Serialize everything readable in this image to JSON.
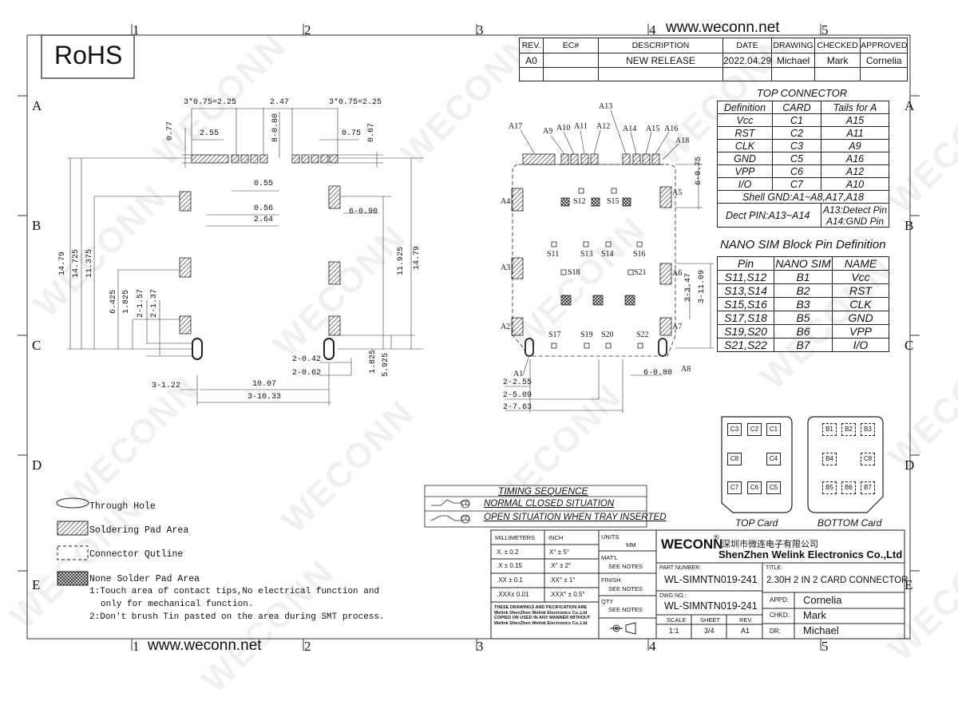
{
  "rohs": "RoHS",
  "website": "www.weconn.net",
  "watermark": "WECONN",
  "grid": {
    "cols": [
      "1",
      "2",
      "3",
      "4",
      "5"
    ],
    "rows": [
      "A",
      "B",
      "C",
      "D",
      "E"
    ]
  },
  "revision": {
    "headers": [
      "REV.",
      "EC#",
      "DESCRIPTION",
      "DATE",
      "DRAWING",
      "CHECKED",
      "APPROVED"
    ],
    "row": [
      "A0",
      "",
      "NEW RELEASE",
      "2022.04.29",
      "Michael",
      "Mark",
      "Cornelia"
    ]
  },
  "top_connector": {
    "title": "TOP CONNECTOR",
    "headers": [
      "Definition",
      "CARD",
      "Tails for A"
    ],
    "rows": [
      [
        "Vcc",
        "C1",
        "A15"
      ],
      [
        "RST",
        "C2",
        "A11"
      ],
      [
        "CLK",
        "C3",
        "A9"
      ],
      [
        "GND",
        "C5",
        "A16"
      ],
      [
        "VPP",
        "C6",
        "A12"
      ],
      [
        "I/O",
        "C7",
        "A10"
      ]
    ],
    "shell": "Shell GND:A1~A8,A17,A18",
    "dect": "Dect PIN:A13~A14",
    "a13": "A13:Detect Pin",
    "a14": "A14:GND Pin"
  },
  "nano_sim": {
    "title": "NANO SIM Block Pin Definition",
    "headers": [
      "Pin",
      "NANO SIM",
      "NAME"
    ],
    "rows": [
      [
        "S11,S12",
        "B1",
        "Vcc"
      ],
      [
        "S13,S14",
        "B2",
        "RST"
      ],
      [
        "S15,S16",
        "B3",
        "CLK"
      ],
      [
        "S17,S18",
        "B5",
        "GND"
      ],
      [
        "S19,S20",
        "B6",
        "VPP"
      ],
      [
        "S21,S22",
        "B7",
        "I/O"
      ]
    ]
  },
  "cards": {
    "top_label": "TOP Card",
    "bottom_label": "BOTTOM Card",
    "top_pads": [
      "C3",
      "C2",
      "C1",
      "C8",
      "C4",
      "C7",
      "C6",
      "C5"
    ],
    "bottom_pads": [
      "B1",
      "B2",
      "B3",
      "B4",
      "C8",
      "B5",
      "B6",
      "B7"
    ]
  },
  "timing": {
    "title": "TIMING SEQUENCE",
    "rows": [
      "NORMAL CLOSED SITUATION",
      "OPEN SITUATION WHEN TRAY INSERTED"
    ],
    "tag": "CD"
  },
  "legend": {
    "through_hole": "Through Hole",
    "soldering": "Soldering Pad Area",
    "outline": "Connector Qutline",
    "none_solder": "None Solder Pad Area",
    "notes": [
      "1:Touch area of contact tips,No electrical function and",
      "only for mechanical function.",
      "2:Don't brush Tin pasted on the area during SMT process."
    ]
  },
  "tolerance": {
    "h_mm": "MILLIMETERS",
    "h_inch": "INCH",
    "rows": [
      [
        "X.  ±  0.2",
        "X°  ±  5°"
      ],
      [
        ".X   ± 0.15",
        ".X°  ±  2°"
      ],
      [
        ".XX ± 0.1",
        ".XX°  ±  1°"
      ],
      [
        ".XXX±  0.01",
        ".XXX°  ±  0.5°"
      ]
    ],
    "notice": "THESE DRAWINGS AND PECIFICATION  ARE Welink ShenZhen Welink Electronics Co.,Ltd COPIED OR USED IN ANY MANNER WITHOUT Welink ShenZhen Welink Electronics Co.,Ltd",
    "units": "UNITS",
    "units_val": "MM",
    "matl": "MAT'L",
    "finish": "FINISH",
    "qty": "QTY",
    "see_notes": "SEE NOTES"
  },
  "title_block": {
    "brand": "WECONN",
    "cn_name": "深圳市微连电子有限公司",
    "en_name": "ShenZhen Welink Electronics Co.,Ltd",
    "part_label": "PART NUMBER:",
    "part": "WL-SIMNTN019-241",
    "title_label": "TITLE:",
    "title": "2.30H 2 IN 2 CARD CONNECTOR",
    "dwg_label": "DWG NO.:",
    "dwg": "WL-SIMNTN019-241",
    "appd_label": "APPD:",
    "appd": "Cornelia",
    "chkd_label": "CHKD:",
    "chkd": "Mark",
    "dr_label": "DR:",
    "dr": "Michael",
    "scale_label": "SCALE",
    "scale": "1:1",
    "sheet_label": "SHEET",
    "sheet": "3/4",
    "rev_label": "REV.",
    "rev": "A1"
  },
  "dims_left": {
    "top": [
      "3*0.75=2.25",
      "2.47",
      "3*0.75=2.25"
    ],
    "small": [
      "2.55",
      "0.77",
      "8-0.80",
      "0.75",
      "0.67",
      "0.55",
      "0.56",
      "2.64",
      "6-0.90"
    ],
    "vertical": [
      "14.79",
      "14.725",
      "11.375",
      "6.425",
      "1.825",
      "2-1.57",
      "2-1.37",
      "11.925",
      "14.79",
      "1.825",
      "5.925"
    ],
    "bottom": [
      "2-0.42",
      "2-0.62",
      "10.07",
      "3-1.22",
      "3-10.33"
    ]
  },
  "dims_right": {
    "pins": [
      "A17",
      "A9",
      "A10",
      "A11",
      "A12",
      "A13",
      "A14",
      "A15",
      "A16",
      "A18",
      "A4",
      "A5",
      "A3",
      "A6",
      "A2",
      "A7",
      "A1",
      "A8"
    ],
    "pads": [
      "S12",
      "S15",
      "S11",
      "S13",
      "S14",
      "S16",
      "S18",
      "S21",
      "S17",
      "S19",
      "S20",
      "S22"
    ],
    "dims": [
      "6-0.75",
      "3-3.47",
      "3-11.09",
      "6-0.80",
      "2-2.55",
      "2-5.09",
      "2-7.63"
    ]
  }
}
